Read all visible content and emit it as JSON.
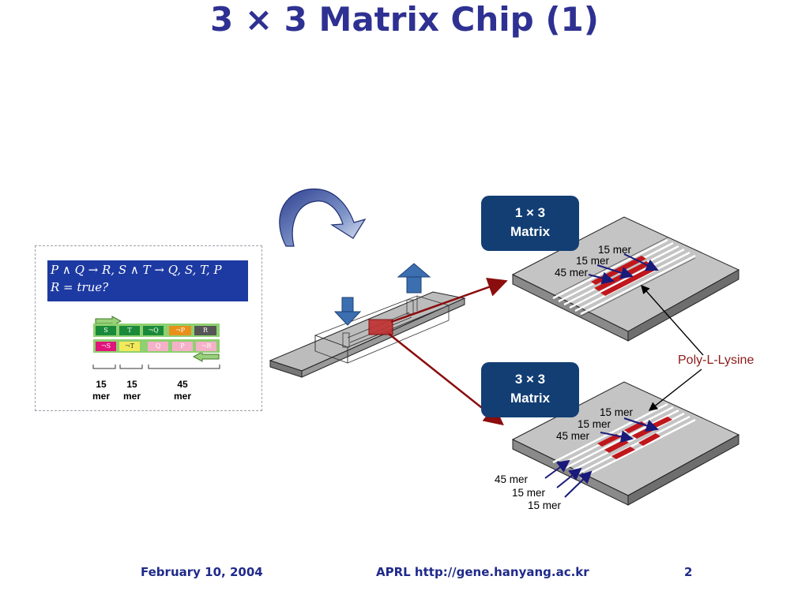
{
  "title": "3 × 3 Matrix Chip (1)",
  "formula": {
    "line1": "P ∧ Q → R, S ∧ T → Q, S, T, P",
    "line2": "R = true?"
  },
  "strand_top": [
    "S",
    "T",
    "¬Q",
    "¬P",
    "R"
  ],
  "strand_bottom": [
    "¬S",
    "¬T",
    "Q",
    "P",
    "¬R"
  ],
  "mer_labels": [
    {
      "num": "15",
      "unit": "mer"
    },
    {
      "num": "15",
      "unit": "mer"
    },
    {
      "num": "45",
      "unit": "mer"
    }
  ],
  "matrix_1x3": {
    "line1": "1 × 3",
    "line2": "Matrix"
  },
  "matrix_3x3": {
    "line1": "3 × 3",
    "line2": "Matrix"
  },
  "chip1_labels": [
    "15 mer",
    "15 mer",
    "45 mer"
  ],
  "chip2_labels_top": [
    "15 mer",
    "15 mer",
    "45 mer"
  ],
  "chip2_labels_bottom": [
    "45 mer",
    "15 mer",
    "15 mer"
  ],
  "poly_label": "Poly-L-Lysine",
  "footer": {
    "date": "February 10, 2004",
    "center": "APRL http://gene.hanyang.ac.kr",
    "page": "2"
  },
  "colors": {
    "title": "#2e3192",
    "formula_bg": "#1d3aa2",
    "matrix_box": "#123e73",
    "red_band": "#c0171c",
    "arrow_dark_red": "#8b0d0d"
  }
}
